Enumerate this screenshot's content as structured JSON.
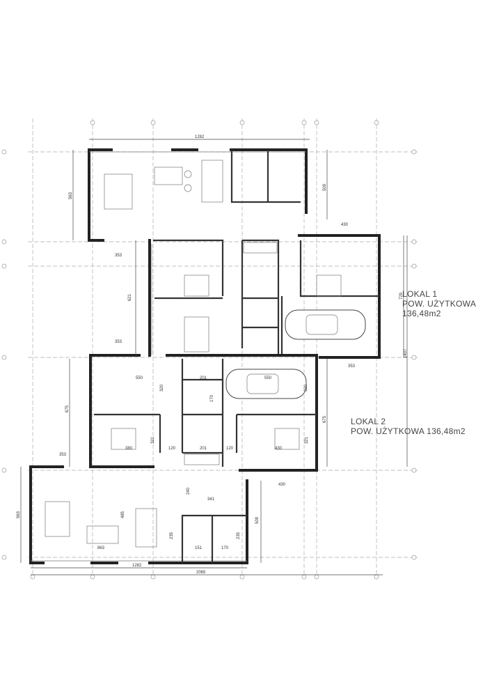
{
  "units": [
    {
      "name": "LOKAL 1",
      "area": "POW. UŻYTKOWA 136,48m2"
    },
    {
      "name": "LOKAL 2",
      "area": "POW. UŻYTKOWA 136,48m2"
    }
  ],
  "dimensions": {
    "top_width": "1282",
    "upper_living_height": "563",
    "upper_vestibule_height": "509",
    "upper_entry_width": "430",
    "upper_step_1": "353",
    "upper_middle_height": "621",
    "upper_step_2": "353",
    "garage_height": "729",
    "total_height": "1407",
    "garage_width": "353",
    "lower_room_width": "550",
    "lower_corridor_1": "201",
    "lower_corridor_height": "170",
    "lower_garage_width": "550",
    "lower_garage_height": "320",
    "upper_room_height": "320",
    "lower_left_height": "675",
    "lower_right_height": "675",
    "lower_room_height_1": "321",
    "lower_room_width_2": "380",
    "lower_gap_1": "120",
    "lower_corridor_2": "201",
    "lower_gap_2": "120",
    "lower_room_width_3": "430",
    "lower_room_height_2": "321",
    "lower_step": "353",
    "lower_entry_width": "430",
    "lower_entry_height": "240",
    "lower_vestibule_width": "341",
    "lower_living_depth": "485",
    "lower_living_width": "863",
    "lower_vestibule_height": "509",
    "bath_height_1": "235",
    "bath_width_1": "151",
    "bath_width_2": "170",
    "bath_height_2": "235",
    "lower_living_height": "563",
    "bottom_width": "1282",
    "overall_width": "2065"
  }
}
